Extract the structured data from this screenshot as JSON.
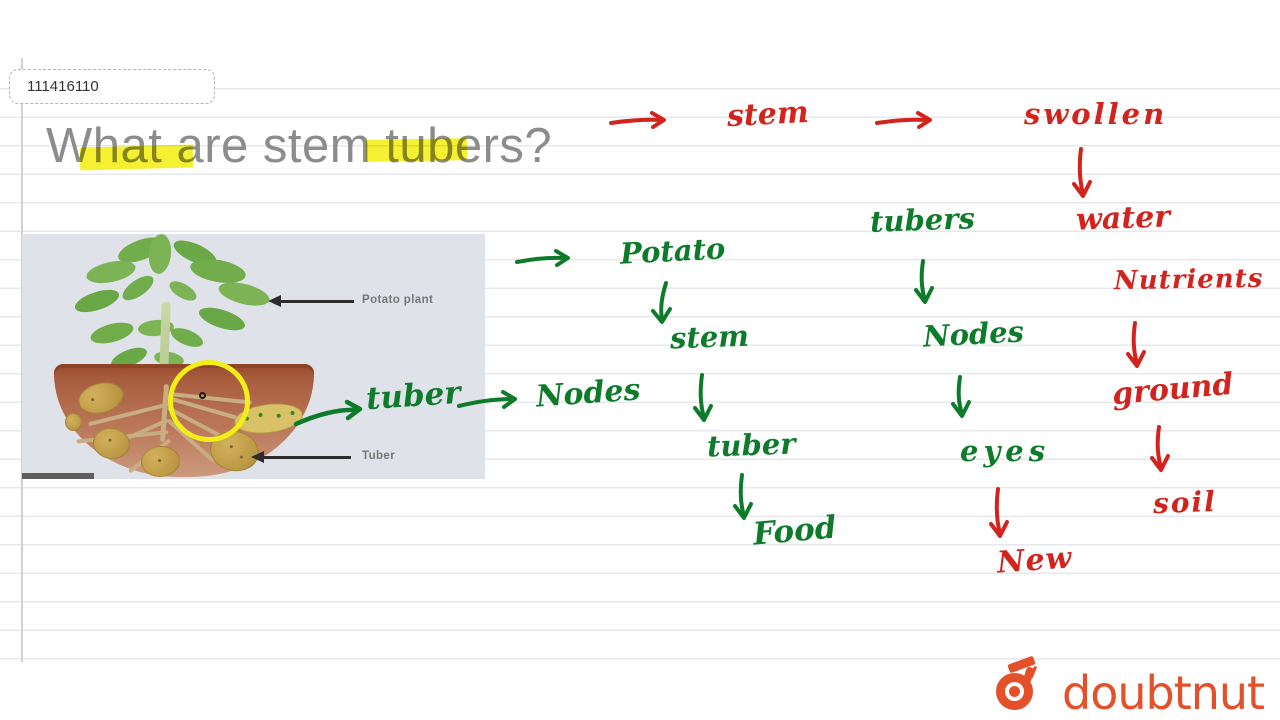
{
  "badge": {
    "id": "111416110"
  },
  "title": {
    "text": "What are stem tubers?"
  },
  "figure": {
    "label_plant": "Potato plant",
    "label_tuber": "Tuber"
  },
  "notes": {
    "stem_top": "stem",
    "swollen": "swollen",
    "water": "water",
    "nutrients": "Nutrients",
    "ground": "ground",
    "soil": "soil",
    "tubers": "tubers",
    "nodes_center": "Nodes",
    "eyes": "eyes",
    "new_plant": "New",
    "potato": "Potato",
    "stem_mid": "stem",
    "tuber_mid": "tuber",
    "food": "Food",
    "tuber_img": "tuber",
    "nodes_left": "Nodes"
  },
  "logo": {
    "text": "doubtnut"
  },
  "colors": {
    "red_ink": "#d2231d",
    "green_ink": "#0e7b2b",
    "highlight": "#f4ef0e",
    "brand": "#e4502a",
    "title_gray": "#8c8c8c"
  }
}
